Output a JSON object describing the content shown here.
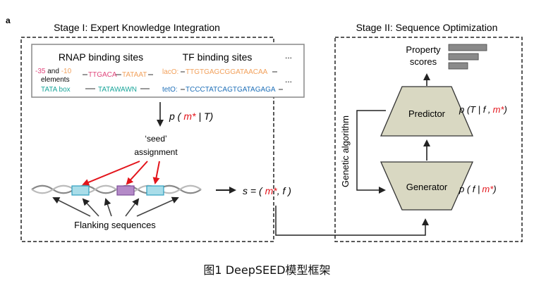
{
  "panel_letter": "a",
  "stage1": {
    "title": "Stage I: Expert Knowledge Integration",
    "rnap_header": "RNAP binding sites",
    "tf_header": "TF binding sites",
    "ellipsis": "...",
    "minus35": "-35",
    "and_word": " and ",
    "minus10": "-10",
    "elements_word": "elements",
    "seq_ttgaca": "TTGACA",
    "seq_tataat": "TATAAT",
    "tata_box": "TATA box",
    "seq_tatawawn": "TATAWAWN",
    "lacO_label": "lacO:",
    "lacO_seq": "TTGTGAGCGGATAACAA",
    "tetO_label": "tetO:",
    "tetO_seq": "TCCCTATCAGTGATAGAGA",
    "formula_open": "p (",
    "formula_mstar": "m*",
    "formula_close": "| T)",
    "seed_line1": "‘seed’",
    "seed_line2": "assignment",
    "flanking": "Flanking sequences",
    "s_eq_left": "s = (",
    "s_mstar": "m*",
    "s_eq_right": ", f )"
  },
  "stage2": {
    "title": "Stage II: Sequence Optimization",
    "property_line1": "Property",
    "property_line2": "scores",
    "predictor": "Predictor",
    "generator": "Generator",
    "genetic": "Genetic algorithm",
    "pred_formula_left": "p (T | f ,",
    "pred_formula_mstar": "m*",
    "pred_formula_right": ")",
    "gen_formula_left": "p ( f |",
    "gen_formula_mstar": "m*",
    "gen_formula_right": ")",
    "score_values": [
      1.0,
      0.78,
      0.5
    ]
  },
  "caption": "图1 DeepSEED模型框架",
  "colors": {
    "red": "#e3141b",
    "pink": "#e0457b",
    "orange": "#f2a15c",
    "teal": "#1aa59a",
    "blue": "#1e6fb8",
    "cyan_box": "#a9dde9",
    "cyan_border": "#2ea0c0",
    "purple_box": "#b48ac8",
    "purple_border": "#7d4f99",
    "trapezoid": "#d9d8c2",
    "bar": "#8a8a8a"
  }
}
